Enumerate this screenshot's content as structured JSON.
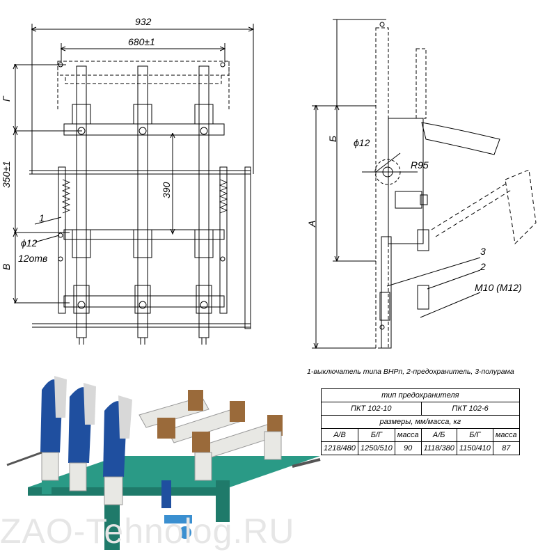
{
  "dimensions": {
    "overall_width": "932",
    "pitch": "680±1",
    "height_350": "350±1",
    "height_390": "390",
    "label_G": "Г",
    "label_V": "В",
    "label_B": "Б",
    "label_A": "А",
    "hole_diam_front": "ϕ12",
    "hole_count": "12отв",
    "hole_diam_side": "ϕ12",
    "radius": "R95",
    "bolt": "M10 (M12)"
  },
  "callouts": {
    "front_1": "1",
    "side_3": "3",
    "side_2": "2"
  },
  "caption": "1-выключатель типа ВНРп, 2-предохранитель, 3-полурама",
  "spec_table": {
    "header": "тип предохранителя",
    "fuse_a": "ПКТ 102-10",
    "fuse_b": "ПКТ 102-6",
    "subheader": "размеры, мм/масса, кг",
    "cols": [
      "А/В",
      "Б/Г",
      "масса",
      "А/Б",
      "Б/Г",
      "масса"
    ],
    "row": [
      "1218/480",
      "1250/510",
      "90",
      "1118/380",
      "1150/410",
      "87"
    ]
  },
  "watermark": "ZAO-Tehnolog.RU",
  "colors": {
    "frame": "#2a9a86",
    "insulator": "#e8e8e4",
    "blue": "#1f4f9f",
    "copper": "#9a6a3a",
    "handle": "#3a8fd0"
  }
}
